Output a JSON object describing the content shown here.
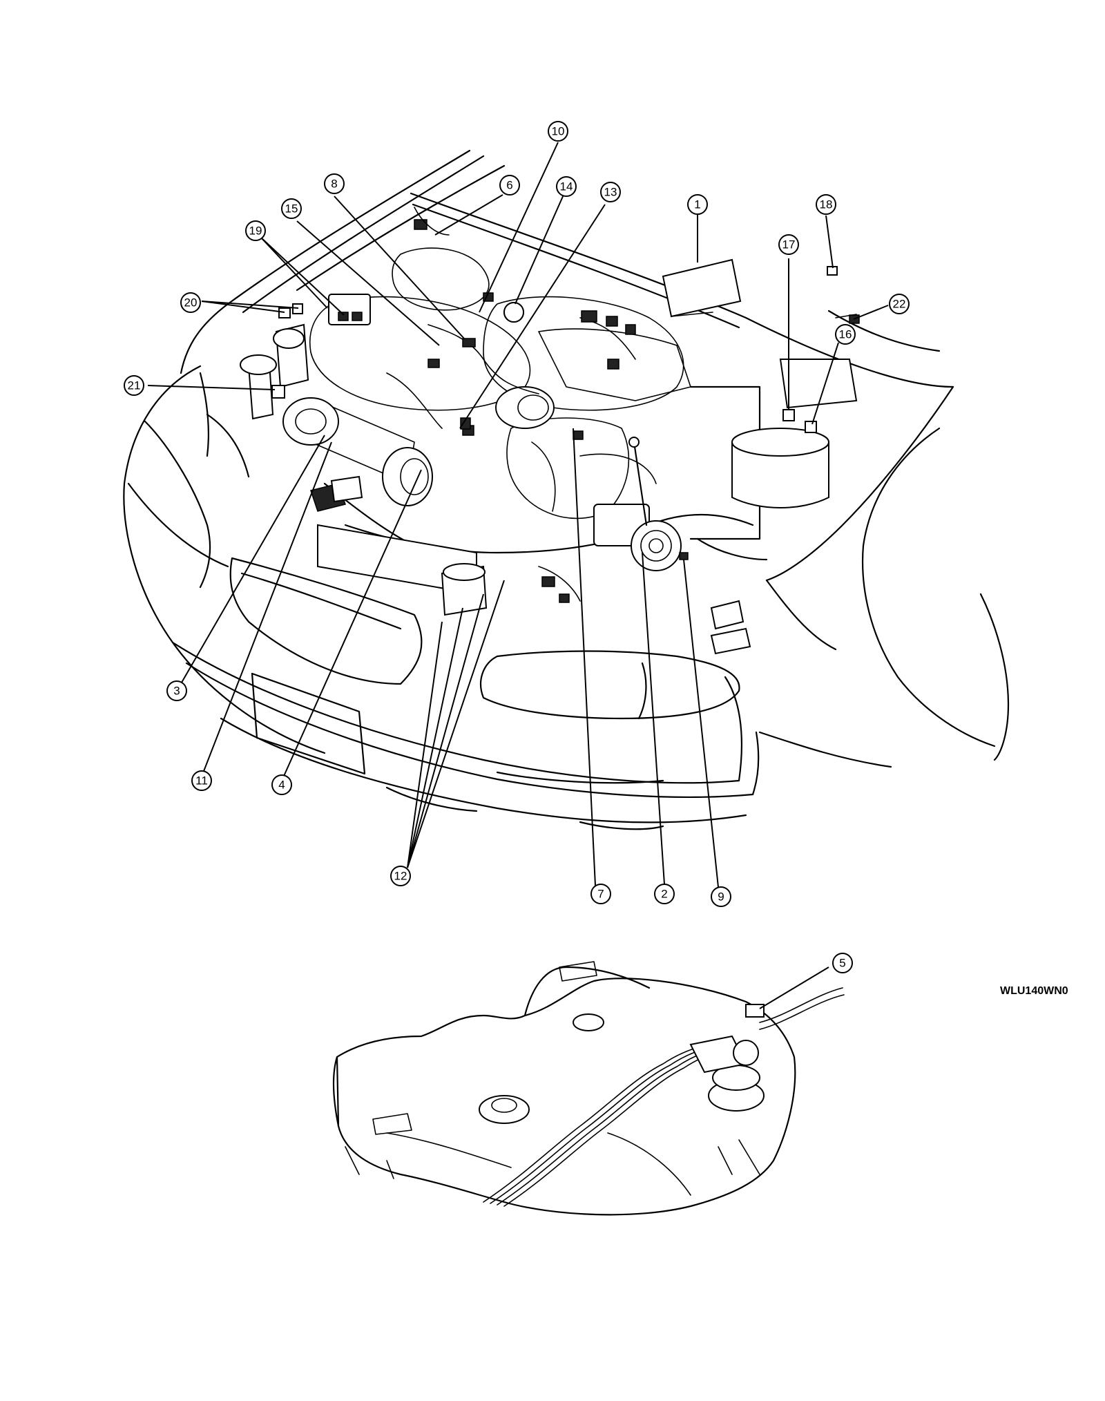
{
  "figure_code": "WLU140WN0",
  "callouts": [
    {
      "id": "1",
      "label": "1"
    },
    {
      "id": "2",
      "label": "2"
    },
    {
      "id": "3",
      "label": "3"
    },
    {
      "id": "4",
      "label": "4"
    },
    {
      "id": "5",
      "label": "5"
    },
    {
      "id": "6",
      "label": "6"
    },
    {
      "id": "7",
      "label": "7"
    },
    {
      "id": "8",
      "label": "8"
    },
    {
      "id": "9",
      "label": "9"
    },
    {
      "id": "10",
      "label": "10"
    },
    {
      "id": "11",
      "label": "11"
    },
    {
      "id": "12",
      "label": "12"
    },
    {
      "id": "13",
      "label": "13"
    },
    {
      "id": "14",
      "label": "14"
    },
    {
      "id": "15",
      "label": "15"
    },
    {
      "id": "16",
      "label": "16"
    },
    {
      "id": "17",
      "label": "17"
    },
    {
      "id": "18",
      "label": "18"
    },
    {
      "id": "19",
      "label": "19"
    },
    {
      "id": "20",
      "label": "20"
    },
    {
      "id": "21",
      "label": "21"
    },
    {
      "id": "22",
      "label": "22"
    }
  ]
}
